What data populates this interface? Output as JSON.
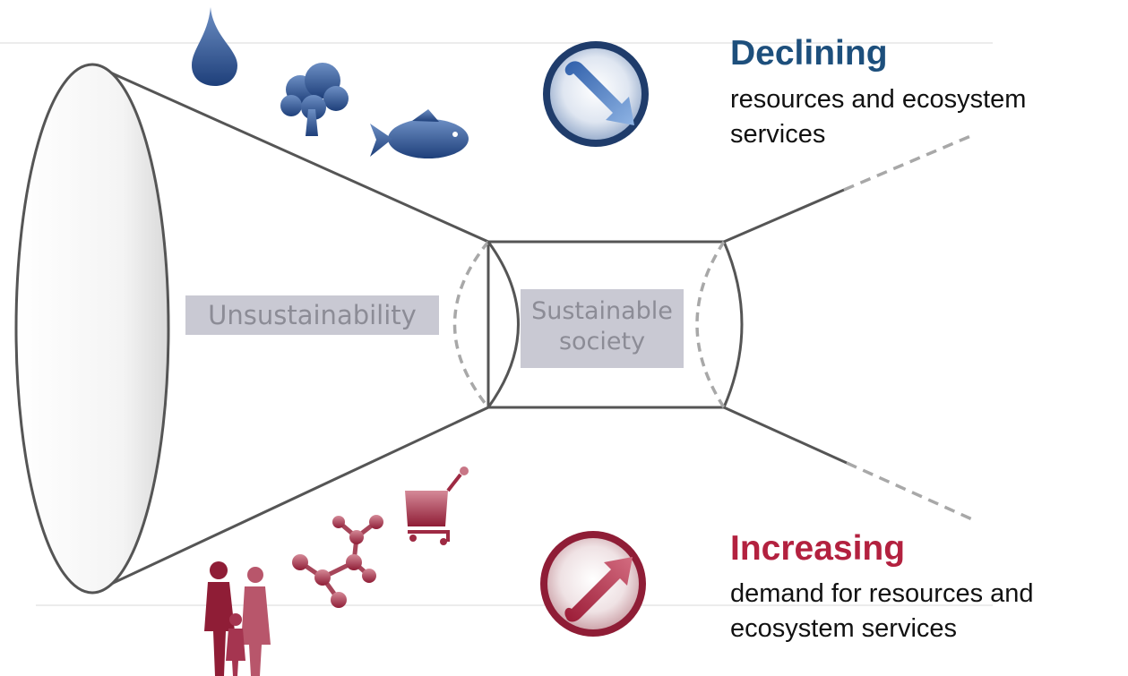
{
  "labels": {
    "unsustainability": "Unsustainability",
    "sustainable_line1": "Sustainable",
    "sustainable_line2": "society"
  },
  "declining": {
    "title": "Declining",
    "desc_line1": "resources and ecosystem",
    "desc_line2": "services",
    "color": "#1d4f7c"
  },
  "increasing": {
    "title": "Increasing",
    "desc_line1": "demand for resources and",
    "desc_line2": "ecosystem services",
    "color": "#b3213f"
  },
  "icons": {
    "top": [
      "water-drop-icon",
      "tree-icon",
      "fish-icon",
      "arrow-down-right-icon"
    ],
    "bottom": [
      "family-icon",
      "molecule-icon",
      "shopping-cart-icon",
      "arrow-up-right-icon"
    ]
  }
}
